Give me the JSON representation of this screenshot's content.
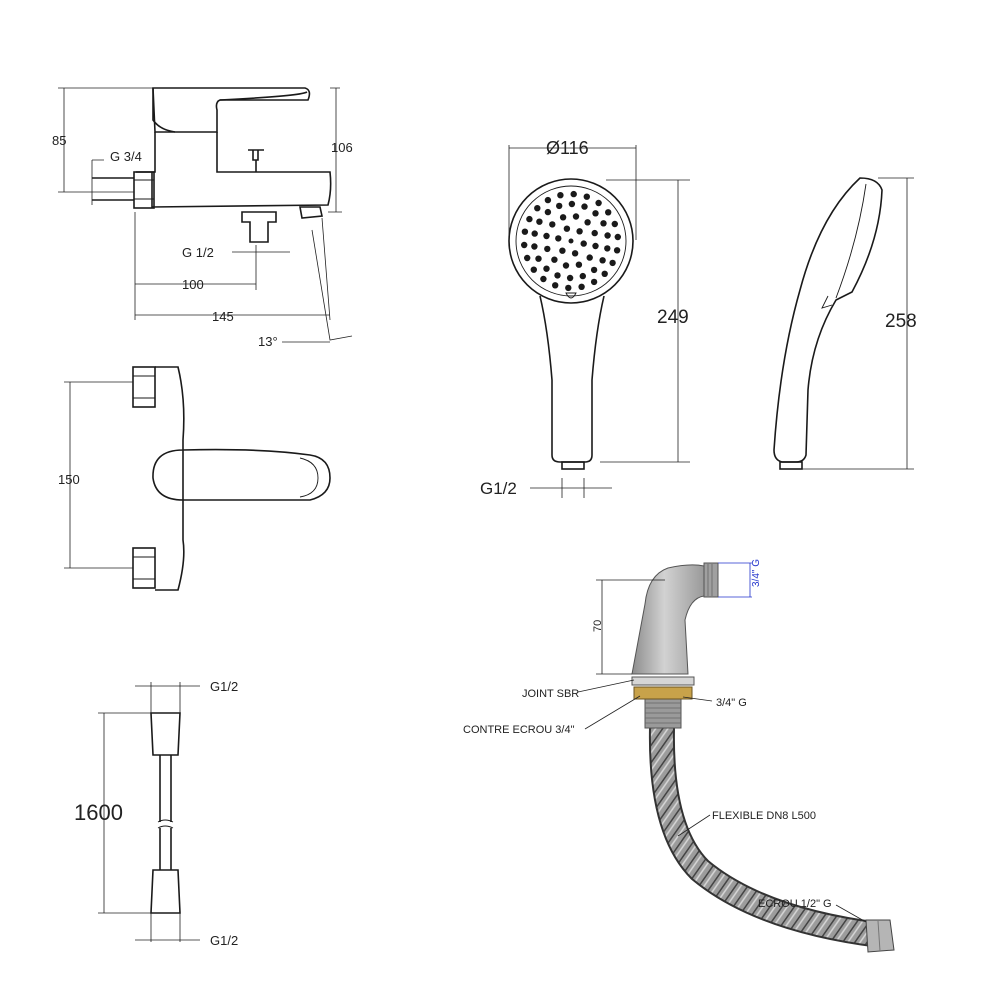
{
  "mixer_side": {
    "h85": "85",
    "h106": "106",
    "g34": "G 3/4",
    "g12": "G 1/2",
    "d100": "100",
    "d145": "145",
    "angle": "13°"
  },
  "mixer_top": {
    "d150": "150"
  },
  "showerhead": {
    "diameter": "Ø116",
    "height_front": "249",
    "height_side": "258",
    "thread": "G1/2"
  },
  "hose": {
    "top_thread": "G1/2",
    "length": "1600",
    "bottom_thread": "G1/2"
  },
  "fitting": {
    "height": "70",
    "thread_top": "3/4\" G",
    "joint": "JOINT SBR",
    "thread_nut": "3/4\" G",
    "contre_ecrou": "CONTRE ECROU 3/4\"",
    "flexible": "FLEXIBLE DN8 L500",
    "ecrou": "ECROU 1/2\" G"
  },
  "colors": {
    "dimension_blue": "#2233cc",
    "brass": "#c8a24a",
    "chrome_gray": "#a8a8a8"
  }
}
